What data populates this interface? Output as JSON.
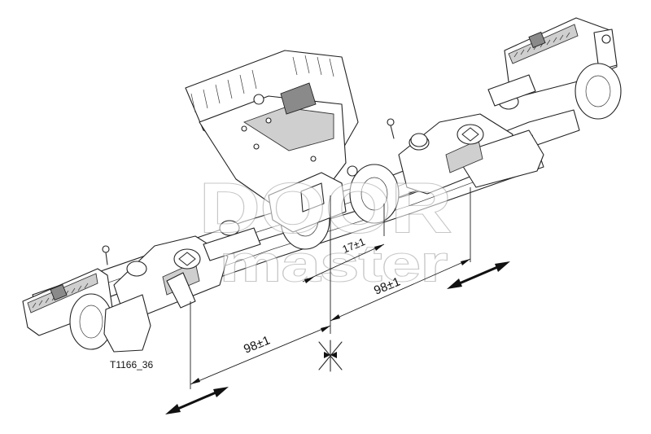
{
  "drawing": {
    "code": "T1166_36",
    "dim_left": "98±1",
    "dim_right": "98±1",
    "dim_center": "17±1"
  },
  "watermark": {
    "line1": "DOOR",
    "line2": "master"
  },
  "icons": {
    "center_mark": "center-axis-symbol",
    "direction_arrows": "double-headed-arrow"
  },
  "colors": {
    "line": "#222222",
    "background": "#ffffff",
    "watermark": "#9a9a9a"
  }
}
